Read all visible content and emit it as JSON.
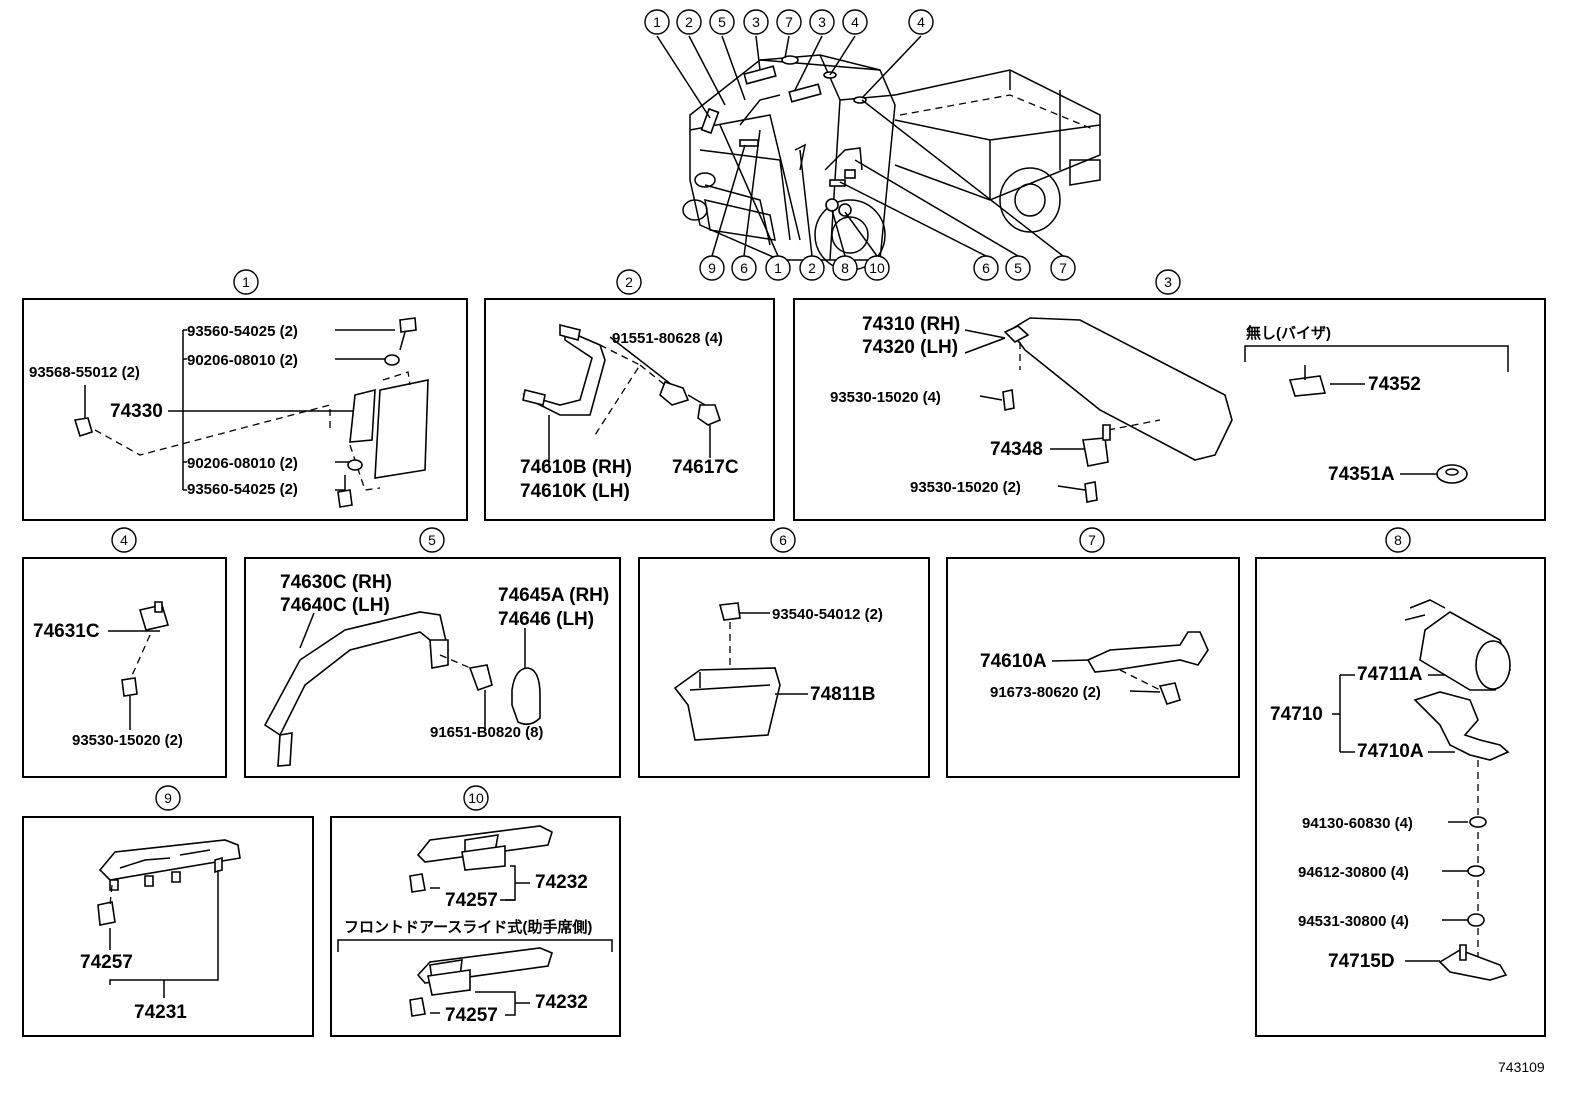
{
  "overview": {
    "top_callouts": [
      "1",
      "2",
      "5",
      "3",
      "7",
      "3",
      "4",
      "4"
    ],
    "bottom_left_callouts": [
      "9",
      "6",
      "1",
      "2",
      "8",
      "10"
    ],
    "bottom_right_callouts": [
      "6",
      "5",
      "7"
    ]
  },
  "panels": {
    "p1": {
      "num": "1",
      "parts": [
        "93560-54025 (2)",
        "90206-08010 (2)",
        "93568-55012 (2)",
        "74330",
        "90206-08010 (2)",
        "93560-54025 (2)"
      ]
    },
    "p2": {
      "num": "2",
      "parts": [
        "91551-80628 (4)",
        "74610B (RH)",
        "74610K (LH)",
        "74617C"
      ]
    },
    "p3": {
      "num": "3",
      "parts": [
        "74310 (RH)",
        "74320 (LH)",
        "93530-15020 (4)",
        "74348",
        "93530-15020 (2)",
        "無し(バイザ)",
        "74352",
        "74351A"
      ]
    },
    "p4": {
      "num": "4",
      "parts": [
        "74631C",
        "93530-15020 (2)"
      ]
    },
    "p5": {
      "num": "5",
      "parts": [
        "74630C (RH)",
        "74640C (LH)",
        "74645A (RH)",
        "74646   (LH)",
        "91651-B0820 (8)"
      ]
    },
    "p6": {
      "num": "6",
      "parts": [
        "93540-54012 (2)",
        "74811B"
      ]
    },
    "p7": {
      "num": "7",
      "parts": [
        "74610A",
        "91673-80620 (2)"
      ]
    },
    "p8": {
      "num": "8",
      "parts": [
        "74711A",
        "74710",
        "74710A",
        "94130-60830 (4)",
        "94612-30800 (4)",
        "94531-30800 (4)",
        "74715D"
      ]
    },
    "p9": {
      "num": "9",
      "parts": [
        "74257",
        "74231"
      ]
    },
    "p10": {
      "num": "10",
      "parts": [
        "74257",
        "74232",
        "フロントドアースライド式(助手席側)",
        "74257",
        "74232"
      ]
    }
  },
  "figure_id": "743109"
}
